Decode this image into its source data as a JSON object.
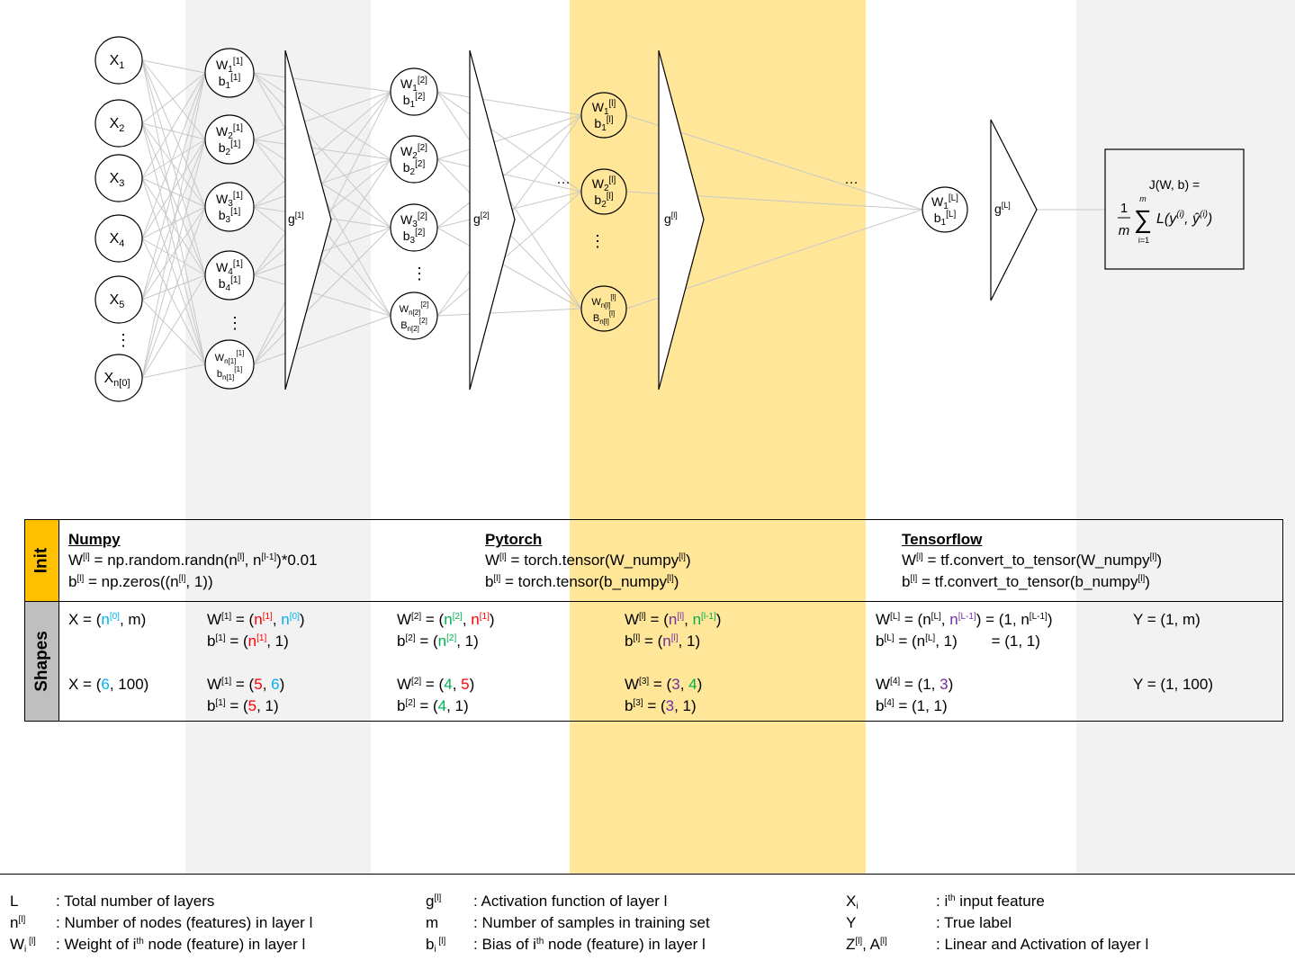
{
  "network": {
    "inputs": [
      {
        "main": "X",
        "sub": "1"
      },
      {
        "main": "X",
        "sub": "2"
      },
      {
        "main": "X",
        "sub": "3"
      },
      {
        "main": "X",
        "sub": "4"
      },
      {
        "main": "X",
        "sub": "5"
      },
      {
        "main": "X",
        "sub": "n[0]"
      }
    ],
    "layer1_nodes": [
      {
        "w": "W",
        "wsub": "1",
        "wsup": "[1]",
        "b": "b",
        "bsub": "1",
        "bsup": "[1]"
      },
      {
        "w": "W",
        "wsub": "2",
        "wsup": "[1]",
        "b": "b",
        "bsub": "2",
        "bsup": "[1]"
      },
      {
        "w": "W",
        "wsub": "3",
        "wsup": "[1]",
        "b": "b",
        "bsub": "3",
        "bsup": "[1]"
      },
      {
        "w": "W",
        "wsub": "4",
        "wsup": "[1]",
        "b": "b",
        "bsub": "4",
        "bsup": "[1]"
      },
      {
        "w": "W",
        "wsub": "n[1]",
        "wsup": "[1]",
        "b": "b",
        "bsub": "n[1]",
        "bsup": "[1]"
      }
    ],
    "layer2_nodes": [
      {
        "w": "W",
        "wsub": "1",
        "wsup": "[2]",
        "b": "b",
        "bsub": "1",
        "bsup": "[2]"
      },
      {
        "w": "W",
        "wsub": "2",
        "wsup": "[2]",
        "b": "b",
        "bsub": "2",
        "bsup": "[2]"
      },
      {
        "w": "W",
        "wsub": "3",
        "wsup": "[2]",
        "b": "b",
        "bsub": "3",
        "bsup": "[2]"
      },
      {
        "w": "W",
        "wsub": "n[2]",
        "wsup": "[2]",
        "b": "B",
        "bsub": "n[2]",
        "bsup": "[2]"
      }
    ],
    "layerl_nodes": [
      {
        "w": "W",
        "wsub": "1",
        "wsup": "[l]",
        "b": "b",
        "bsub": "1",
        "bsup": "[l]"
      },
      {
        "w": "W",
        "wsub": "2",
        "wsup": "[l]",
        "b": "b",
        "bsub": "2",
        "bsup": "[l]"
      },
      {
        "w": "W",
        "wsub": "n[l]",
        "wsup": "[l]",
        "b": "B",
        "bsub": "n[l]",
        "bsup": "[l]"
      }
    ],
    "layerL_node": {
      "w": "W",
      "wsub": "1",
      "wsup": "[L]",
      "b": "b",
      "bsub": "1",
      "bsup": "[L]"
    },
    "activations": [
      {
        "main": "g",
        "sup": "[1]"
      },
      {
        "main": "g",
        "sup": "[2]"
      },
      {
        "main": "g",
        "sup": "[l]"
      },
      {
        "main": "g",
        "sup": "[L]"
      }
    ],
    "vdots": "⋮",
    "hdots": "…",
    "cost": {
      "lhs": "J(W, b) =",
      "frac_num": "1",
      "frac_den": "m",
      "sum_top": "m",
      "sum_bottom": "i=1",
      "body": "L(y",
      "body_sup": "(i)",
      "sep": ", ŷ",
      "close": ")",
      "sum_sign": "∑"
    },
    "colors": {
      "gray_band": "#f2f2f2",
      "gold_band": "#ffe699",
      "node_fill_l": "#ffe699",
      "edge": "#c8c8c8"
    }
  },
  "init": {
    "tag": "Init",
    "tag_color": "#ffc000",
    "numpy": {
      "title": "Numpy",
      "w": {
        "a": "W",
        "s1": "[l]",
        "b": " = np.random.randn(n",
        "s2": "[l]",
        "c": ", n",
        "s3": "[l-1]",
        "d": ")*0.01"
      },
      "bias": {
        "a": "b",
        "s1": "[l]",
        "b": " = np.zeros((n",
        "s2": "[l]",
        "c": ", 1))"
      }
    },
    "pytorch": {
      "title": "Pytorch",
      "w": {
        "a": "W",
        "s1": "[l]",
        "b": " = torch.tensor(W_numpy",
        "s2": "[l]",
        "c": ")"
      },
      "bias": {
        "a": "b",
        "s1": "[l]",
        "b": " = torch.tensor(b_numpy",
        "s2": "[l]",
        "c": ")"
      }
    },
    "tensorflow": {
      "title": "Tensorflow",
      "w": {
        "a": "W",
        "s1": "[l]",
        "b": " = tf.convert_to_tensor(W_numpy",
        "s2": "[l]",
        "c": ")"
      },
      "bias": {
        "a": "b",
        "s1": "[l]",
        "b": " = tf.convert_to_tensor(b_numpy",
        "s2": "[l]",
        "c": ")"
      }
    }
  },
  "shapes": {
    "tag": "Shapes",
    "tag_color": "#bfbfbf",
    "x_sym": {
      "a": "X = (",
      "b": "n",
      "s": "[0]",
      "c": ", m)"
    },
    "x_num": {
      "a": "X = (",
      "b": "6",
      "c": ", 100)"
    },
    "w1_sym": {
      "a": "W",
      "s": "[1]",
      "b": " = (",
      "c": "n",
      "cs": "[1]",
      "d": ", ",
      "e": "n",
      "es": "[0]",
      "f": ")"
    },
    "b1_sym": {
      "a": "b",
      "s": "[1]",
      "b": "  = (",
      "c": "n",
      "cs": "[1]",
      "d": ", 1)"
    },
    "w1_num": {
      "a": "W",
      "s": "[1]",
      "b": " = (",
      "c": "5",
      "d": ", ",
      "e": "6",
      "f": ")"
    },
    "b1_num": {
      "a": "b",
      "s": "[1]",
      "b": "  = (",
      "c": "5",
      "d": ", 1)"
    },
    "w2_sym": {
      "a": "W",
      "s": "[2]",
      "b": " = (",
      "c": "n",
      "cs": "[2]",
      "d": ", ",
      "e": "n",
      "es": "[1]",
      "f": ")"
    },
    "b2_sym": {
      "a": "b",
      "s": "[2]",
      "b": "  = (",
      "c": "n",
      "cs": "[2]",
      "d": ", 1)"
    },
    "w2_num": {
      "a": "W",
      "s": "[2]",
      "b": " = (",
      "c": "4",
      "d": ", ",
      "e": "5",
      "f": ")"
    },
    "b2_num": {
      "a": "b",
      "s": "[2]",
      "b": "  = (",
      "c": "4",
      "d": ", 1)"
    },
    "wl_sym": {
      "a": "W",
      "s": "[l]",
      "b": " = (",
      "c": "n",
      "cs": "[l]",
      "d": ", ",
      "e": "n",
      "es": "[l-1]",
      "f": ")"
    },
    "bl_sym": {
      "a": "b",
      "s": "[l]",
      "b": "  = (",
      "c": "n",
      "cs": "[l]",
      "d": ", 1)"
    },
    "w3_num": {
      "a": "W",
      "s": "[3]",
      "b": " = (",
      "c": "3",
      "d": ", ",
      "e": "4",
      "f": ")"
    },
    "b3_num": {
      "a": "b",
      "s": "[3]",
      "b": "  = (",
      "c": "3",
      "d": ", 1)"
    },
    "wL_sym": {
      "a": "W",
      "s": "[L]",
      "b": " = (n",
      "cs": "[L]",
      "d": ", ",
      "e": "n",
      "es": "[L-1]",
      "f": ")  = (1, n",
      "fs": "[L-1]",
      "g": ")"
    },
    "bL_sym": {
      "a": "b",
      "s": "[L]",
      "b": " = (n",
      "cs": "[L]",
      "d": ", 1)        = (1, 1)"
    },
    "w4_num": {
      "a": "W",
      "s": "[4]",
      "b": " = (1, ",
      "e": "3",
      "f": ")"
    },
    "b4_num": {
      "a": "b",
      "s": "[4]",
      "b": " = (1, 1)"
    },
    "y_sym": "Y = (1, m)",
    "y_num": "Y = (1, 100)"
  },
  "legend": {
    "col1": [
      {
        "k": "L",
        "ks": "",
        "v": ": Total number of layers"
      },
      {
        "k": "n",
        "ks": "[l]",
        "v": ": Number of nodes (features) in layer l"
      },
      {
        "k": "W",
        "kb": "i",
        "ks": " [l]",
        "v": ": Weight of i",
        "vs": "th",
        "v2": " node (feature) in layer l"
      }
    ],
    "col2": [
      {
        "k": "g",
        "ks": "[l]",
        "v": ": Activation function of layer l"
      },
      {
        "k": "m",
        "ks": "",
        "v": ": Number of samples in training set"
      },
      {
        "k": "b",
        "kb": "i",
        "ks": " [l]",
        "v": ": Bias of i",
        "vs": "th",
        "v2": " node (feature) in layer l"
      }
    ],
    "col3": [
      {
        "k": "X",
        "kb": "i",
        "v": ": i",
        "vs": "th",
        "v2": " input feature"
      },
      {
        "k": "Y",
        "v": ": True label"
      },
      {
        "k": "Z",
        "ks": "[l]",
        "k2": ", A",
        "ks2": "[l]",
        "v": ": Linear and Activation of layer l"
      }
    ]
  }
}
